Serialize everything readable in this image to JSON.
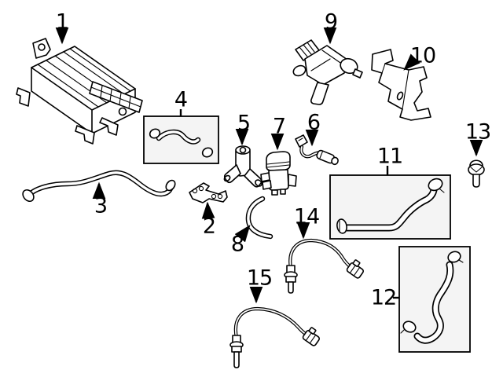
{
  "diagram": {
    "background": "#ffffff",
    "line_color": "#000000",
    "kit_box_fill": "#f4f4f4",
    "callouts": [
      {
        "label": "1"
      },
      {
        "label": "2"
      },
      {
        "label": "3"
      },
      {
        "label": "4"
      },
      {
        "label": "5"
      },
      {
        "label": "6"
      },
      {
        "label": "7"
      },
      {
        "label": "8"
      },
      {
        "label": "9"
      },
      {
        "label": "10"
      },
      {
        "label": "11"
      },
      {
        "label": "12"
      },
      {
        "label": "13"
      },
      {
        "label": "14"
      },
      {
        "label": "15"
      }
    ]
  }
}
